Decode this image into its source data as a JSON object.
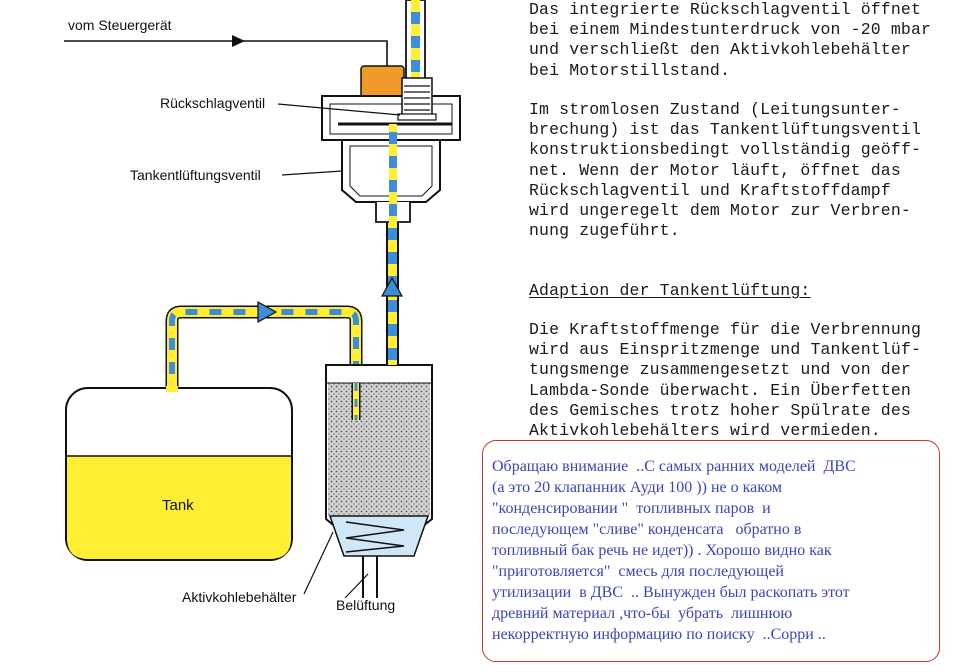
{
  "diagram": {
    "labels": {
      "vom_steuergeraet": "vom Steuergerät",
      "rueckschlagventil": "Rückschlagventil",
      "tankentlueftungsventil": "Tankentlüftungsventil",
      "tank": "Tank",
      "aktivkohlebehaelter": "Aktivkohlebehälter",
      "belueftung": "Belüftung"
    },
    "colors": {
      "fuel_yellow": "#ffee33",
      "vapour_blue": "#3d8ed6",
      "tank_fill": "#ffee33",
      "bellows_blue": "#cfe7f7",
      "connector_orange": "#f09a2a"
    }
  },
  "description": {
    "paragraph1": "Das integrierte Rückschlagventil öffnet\nbei einem Mindestunterdruck von -20 mbar\nund verschließt den Aktivkohlebehälter\nbei Motorstillstand.",
    "paragraph2": "Im stromlosen Zustand (Leitungsunter-\nbrechung) ist das Tankentlüftungsventil\nkonstruktionsbedingt vollständig geöff-\nnet. Wenn der Motor läuft, öffnet das\nRückschlagventil und Kraftstoffdampf\nwird ungeregelt dem Motor zur Verbren-\nnung zugeführt.",
    "heading": "Adaption der Tankentlüftung:",
    "paragraph3": "Die Kraftstoffmenge für die Verbrennung\nwird aus Einspritzmenge und Tankentlüf-\ntungsmenge zusammengesetzt und von der\nLambda-Sonde überwacht. Ein Überfetten\ndes Gemisches trotz hoher Spülrate des\nAktivkohlebehälters wird vermieden."
  },
  "note": {
    "text": "Обращаю внимание  ..С самых ранних моделей  ДВС\n(а это 20 клапанник Ауди 100 )) не о каком\n\"конденсировании \"  топливных паров  и\nпоследующем \"сливе\" конденсата   обратно в\nтопливный бак речь не идет)) . Хорошо видно как\n\"приготовляется\"  смесь для последующей\nутилизации  в ДВС  .. Вынужден был раскопать этот\nдревний материал ,что-бы  убрать  лишнюю\nнекорректную информацию по поиску  ..Сорри .."
  }
}
